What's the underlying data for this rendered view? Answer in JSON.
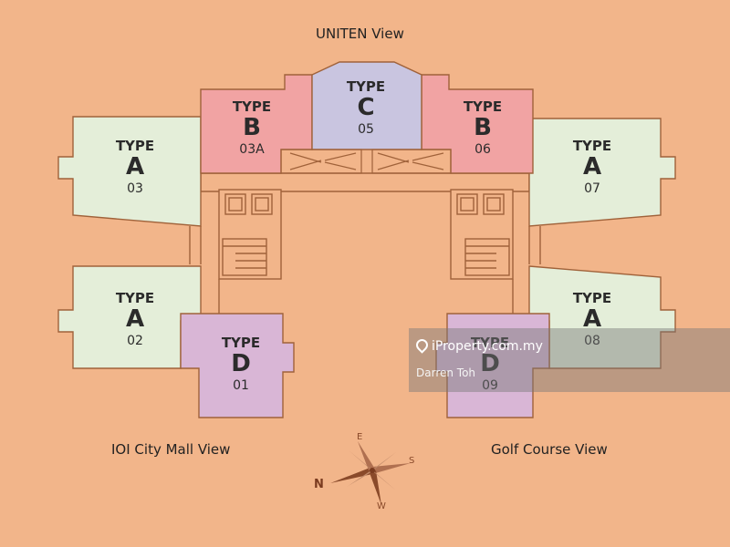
{
  "views": {
    "top": "UNITEN  View",
    "left": "IOI City Mall View",
    "right": "Golf  Course View"
  },
  "units": [
    {
      "id": "03",
      "type_word": "TYPE",
      "type_letter": "A",
      "number": "03"
    },
    {
      "id": "02",
      "type_word": "TYPE",
      "type_letter": "A",
      "number": "02"
    },
    {
      "id": "07",
      "type_word": "TYPE",
      "type_letter": "A",
      "number": "07"
    },
    {
      "id": "08",
      "type_word": "TYPE",
      "type_letter": "A",
      "number": "08"
    },
    {
      "id": "03A",
      "type_word": "TYPE",
      "type_letter": "B",
      "number": "03A"
    },
    {
      "id": "06",
      "type_word": "TYPE",
      "type_letter": "B",
      "number": "06"
    },
    {
      "id": "05",
      "type_word": "TYPE",
      "type_letter": "C",
      "number": "05"
    },
    {
      "id": "01",
      "type_word": "TYPE",
      "type_letter": "D",
      "number": "01"
    },
    {
      "id": "09",
      "type_word": "TYPE",
      "type_letter": "D",
      "number": "09"
    }
  ],
  "compass": {
    "N": "N",
    "E": "E",
    "S": "S",
    "W": "W"
  },
  "watermark": {
    "brand": "iProperty.com.my",
    "agent": "Darren Toh"
  },
  "colors": {
    "background": "#f2b58a",
    "type_a": "#e4eed9",
    "type_b": "#f1a3a3",
    "type_c": "#c9c5e0",
    "type_d": "#d9b6d6",
    "outline": "#a0623a"
  }
}
